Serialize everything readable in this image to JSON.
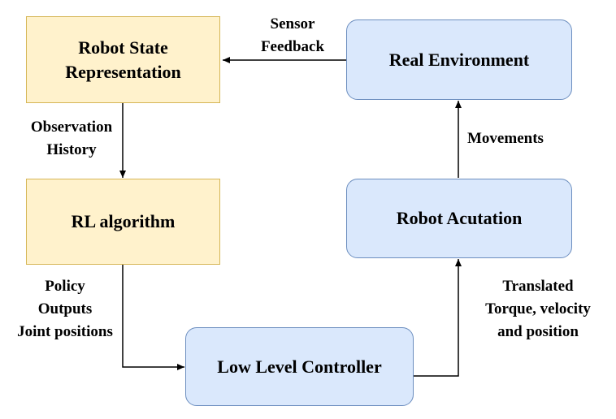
{
  "nodes": {
    "robot_state": {
      "line1": "Robot State",
      "line2": "Representation"
    },
    "rl_algorithm": {
      "label": "RL algorithm"
    },
    "real_environment": {
      "label": "Real Environment"
    },
    "robot_actuation": {
      "label": "Robot Acutation"
    },
    "low_level_controller": {
      "label": "Low Level Controller"
    }
  },
  "edges": {
    "sensor_feedback": {
      "line1": "Sensor",
      "line2": "Feedback"
    },
    "observation_history": {
      "line1": "Observation",
      "line2": "History"
    },
    "policy_outputs": {
      "line1": "Policy",
      "line2": "Outputs",
      "line3": "Joint positions"
    },
    "translated": {
      "line1": "Translated",
      "line2": "Torque, velocity",
      "line3": "and position"
    },
    "movements": {
      "label": "Movements"
    }
  },
  "colors": {
    "yellow_fill": "#fff2cc",
    "yellow_stroke": "#d6b656",
    "blue_fill": "#dae8fc",
    "blue_stroke": "#6c8ebf"
  }
}
